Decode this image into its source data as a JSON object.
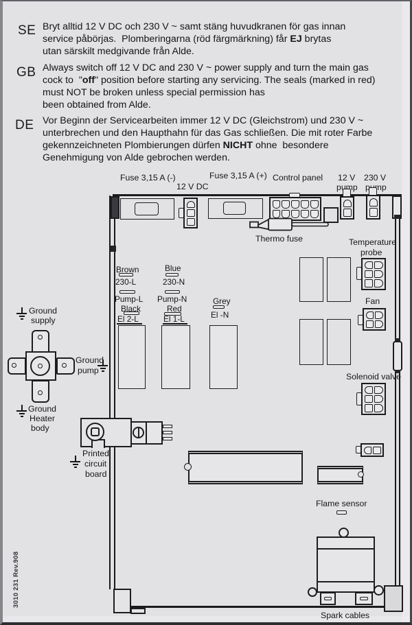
{
  "colors": {
    "paper": "#e2e2e5",
    "ink": "#1d1d20"
  },
  "rev": "3010 231 Rev.908",
  "notices": [
    {
      "code": "SE",
      "lines": [
        [
          {
            "t": "Bryt alltid 12 V DC och 230 V ~ samt stäng huvudkranen för gas innan"
          }
        ],
        [
          {
            "t": "service påbörjas.  Plomberingarna (röd färgmärkning) får "
          },
          {
            "t": "EJ",
            "b": 1
          },
          {
            "t": " brytas"
          }
        ],
        [
          {
            "t": "utan särskilt medgivande från Alde."
          }
        ]
      ]
    },
    {
      "code": "GB",
      "lines": [
        [
          {
            "t": "Always switch off 12 V DC and 230 V ~ power supply and turn the main gas"
          }
        ],
        [
          {
            "t": "cock to  \""
          },
          {
            "t": "off",
            "b": 1
          },
          {
            "t": "\" position before starting any servicing. The seals (marked in red)"
          }
        ],
        [
          {
            "t": "must NOT be broken unless special permission has"
          }
        ],
        [
          {
            "t": "been obtained from Alde."
          }
        ]
      ]
    },
    {
      "code": "DE",
      "lines": [
        [
          {
            "t": "Vor Beginn der Servicearbeiten immer 12 V DC (Gleichstrom) und 230 V ~"
          }
        ],
        [
          {
            "t": "unterbrechen und den Haupthahn für das Gas schließen. Die mit roter Farbe"
          }
        ],
        [
          {
            "t": "gekennzeichneten Plombierungen dürfen "
          },
          {
            "t": "NICHT",
            "b": 1
          },
          {
            "t": " ohne  besondere"
          }
        ],
        [
          {
            "t": "Genehmigung von Alde gebrochen werden."
          }
        ]
      ]
    }
  ],
  "diagram": {
    "labels": {
      "fuse_minus": "Fuse 3,15 A (-)",
      "v12dc": "12 V DC",
      "fuse_plus": "Fuse 3,15 A (+)",
      "control_panel": "Control panel",
      "pump12_1": "12 V",
      "pump12_2": "pump",
      "pump230_1": "230 V",
      "pump230_2": "pump",
      "thermo_fuse": "Thermo fuse",
      "temp_probe_1": "Temperature",
      "temp_probe_2": "probe",
      "fan": "Fan",
      "solenoid_valve": "Solenoid valve",
      "flame_sensor": "Flame sensor",
      "spark_cables": "Spark cables",
      "ground_supply_1": "Ground",
      "ground_supply_2": "supply",
      "ground_pump_1": "Ground",
      "ground_pump_2": "pump",
      "ground_heater_1": "Ground",
      "ground_heater_2": "Heater",
      "ground_heater_3": "body",
      "pcb_1": "Printed",
      "pcb_2": "circuit",
      "pcb_3": "board",
      "wire_brown": "Brown",
      "wire_230l": "230-L",
      "wire_blue": "Blue",
      "wire_230n": "230-N",
      "wire_pumpl": "Pump-L",
      "wire_black": "Black",
      "wire_el2l": "El 2-L",
      "wire_pumpn": "Pump-N",
      "wire_red": "Red",
      "wire_el1l": "El 1-L",
      "wire_grey": "Grey",
      "wire_eln": "El -N"
    }
  }
}
